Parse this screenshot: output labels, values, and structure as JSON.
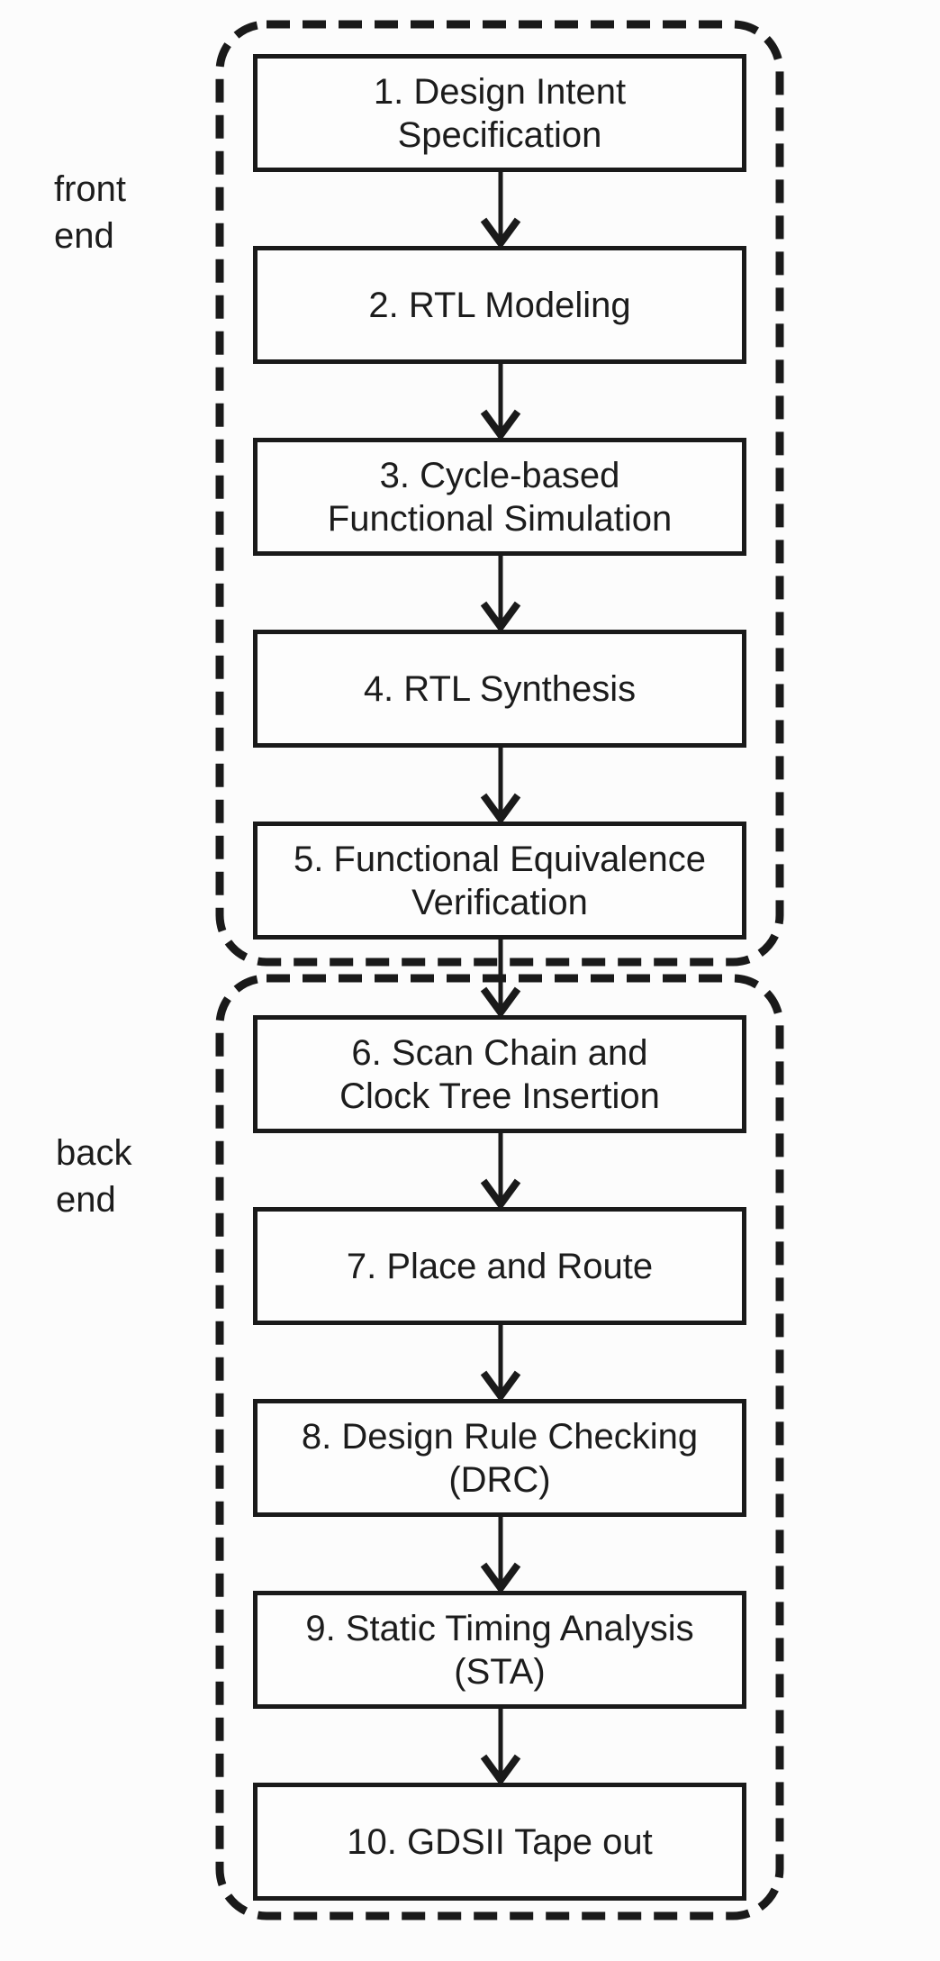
{
  "flow": {
    "front_end_label": "front\nend",
    "back_end_label": "back\nend",
    "steps": [
      {
        "label": "1. Design Intent\nSpecification"
      },
      {
        "label": "2. RTL Modeling"
      },
      {
        "label": "3. Cycle-based\nFunctional Simulation"
      },
      {
        "label": "4. RTL Synthesis"
      },
      {
        "label": "5. Functional Equivalence\nVerification"
      },
      {
        "label": "6. Scan Chain and\nClock Tree Insertion"
      },
      {
        "label": "7. Place and Route"
      },
      {
        "label": "8. Design Rule Checking\n(DRC)"
      },
      {
        "label": "9. Static Timing Analysis\n(STA)"
      },
      {
        "label": "10. GDSII Tape out"
      }
    ],
    "colors": {
      "stroke": "#1a1a1a",
      "background": "#fcfcfc",
      "box_fill": "#fdfdfd"
    }
  }
}
